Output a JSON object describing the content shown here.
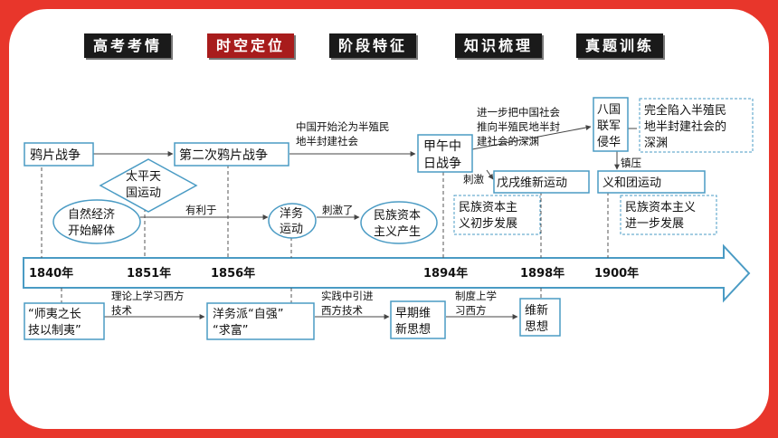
{
  "tabs": [
    {
      "label": "高考考情",
      "active": false
    },
    {
      "label": "时空定位",
      "active": true
    },
    {
      "label": "阶段特征",
      "active": false
    },
    {
      "label": "知识梳理",
      "active": false
    },
    {
      "label": "真题训练",
      "active": false
    }
  ],
  "timeline": {
    "years": [
      "1840年",
      "1851年",
      "1856年",
      "1894年",
      "1898年",
      "1900年"
    ]
  },
  "events": {
    "opium_war": "鸦片战争",
    "taiping": [
      "太平天",
      "国运动"
    ],
    "second_opium_war": "第二次鸦片战争",
    "sino_japanese_war": [
      "甲午中",
      "日战争"
    ],
    "eight_nation": [
      "八国",
      "联军",
      "侵华"
    ],
    "reform_1898": "戊戌维新运动",
    "boxer": "义和团运动"
  },
  "econ": {
    "natural_economy": [
      "自然经济",
      "开始解体"
    ],
    "westernization": [
      "洋务",
      "运动"
    ],
    "capitalism_born": [
      "民族资本",
      "主义产生"
    ],
    "capitalism_initial": [
      "民族资本主",
      "义初步发展"
    ],
    "capitalism_further": [
      "民族资本主义",
      "进一步发展"
    ]
  },
  "notes": {
    "semi_colonial": [
      "中国开始沦为半殖民",
      "地半封建社会"
    ],
    "deeper": [
      "进一步把中国社会",
      "推向半殖民地半封",
      "建社会的深渊"
    ],
    "complete": [
      "完全陷入半殖民",
      "地半封建社会的",
      "深渊"
    ],
    "stimulate": "刺激",
    "suppress": "镇压",
    "beneficial": "有利于",
    "stimulated": "刺激了"
  },
  "thought": {
    "shiyi": [
      "“师夷之长",
      "技以制夷”"
    ],
    "yangwu": [
      "洋务派“自强”",
      "“求富”"
    ],
    "early": [
      "早期维",
      "新思想"
    ],
    "weixin": [
      "维新",
      "思想"
    ],
    "learn_tech": [
      "理论上学习西方",
      "技术"
    ],
    "practice": [
      "实践中引进",
      "西方技术"
    ],
    "system": [
      "制度上学",
      "习西方"
    ]
  }
}
